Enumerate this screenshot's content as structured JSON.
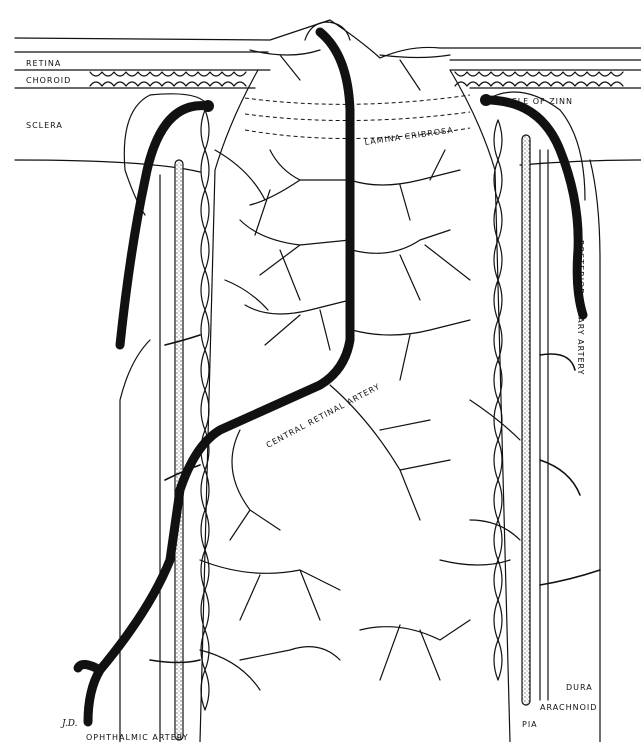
{
  "labels": {
    "retina": "RETINA",
    "choroid": "CHOROID",
    "sclera": "SCLERA",
    "lamina_cribrosa": "LAMINA CRIBROSA",
    "circle_of_zinn": "CIRCLE OF ZINN",
    "posterior_ciliary_artery": "POSTERIOR CILIARY ARTERY",
    "central_retinal_artery": "CENTRAL RETINAL ARTERY",
    "dura": "DURA",
    "arachnoid": "ARACHNOID",
    "pia": "PIA",
    "ophthalmic_artery": "OPHTHALMIC ARTERY",
    "signature": "J.D."
  },
  "colors": {
    "ink": "#111111",
    "paper": "#ffffff"
  }
}
